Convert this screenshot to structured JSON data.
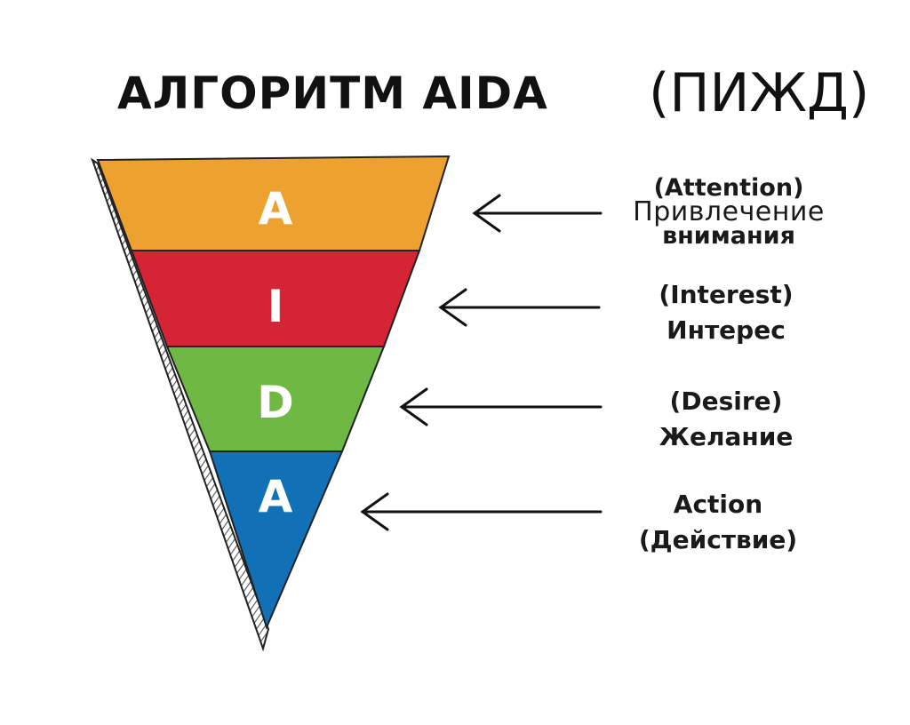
{
  "title": {
    "main": "АЛГОРИТМ AIDA",
    "sub": "(ПИЖД)"
  },
  "stages": [
    {
      "letter": "A",
      "color": "#eda230",
      "label_lines": [
        "(Attention)",
        "Привлечение",
        "внимания"
      ]
    },
    {
      "letter": "I",
      "color": "#d52435",
      "label_lines": [
        "(Interest)",
        "Интерес"
      ]
    },
    {
      "letter": "D",
      "color": "#6fb844",
      "label_lines": [
        "(Desire)",
        "Желание"
      ]
    },
    {
      "letter": "A",
      "color": "#1170b6",
      "label_lines": [
        "Action",
        "(Действие)"
      ]
    }
  ],
  "icons": {
    "arrow": "left-arrow-icon",
    "side": "hatched-side"
  }
}
